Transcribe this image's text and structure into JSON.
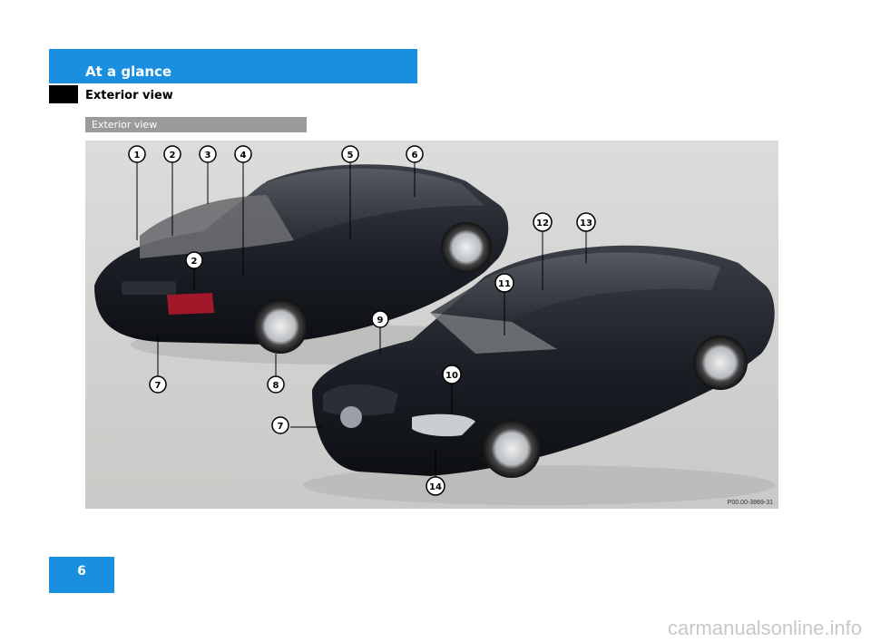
{
  "header": {
    "chapter_title": "At a glance",
    "section_subtitle": "Exterior view"
  },
  "section": {
    "title": "Exterior view"
  },
  "figure": {
    "subject": "car-exterior-views",
    "callouts": [
      "1",
      "2",
      "3",
      "4",
      "5",
      "6",
      "2",
      "7",
      "8",
      "12",
      "13",
      "11",
      "9",
      "10",
      "7",
      "14"
    ],
    "reference_code": "P00.00-3869-31"
  },
  "page": {
    "number": "6"
  },
  "watermark": {
    "text": "carmanualsonline.info"
  },
  "colors": {
    "accent_blue": "#1a8fe0",
    "section_gray": "#9a9b9d",
    "figure_bg": "#d7d8d5"
  }
}
